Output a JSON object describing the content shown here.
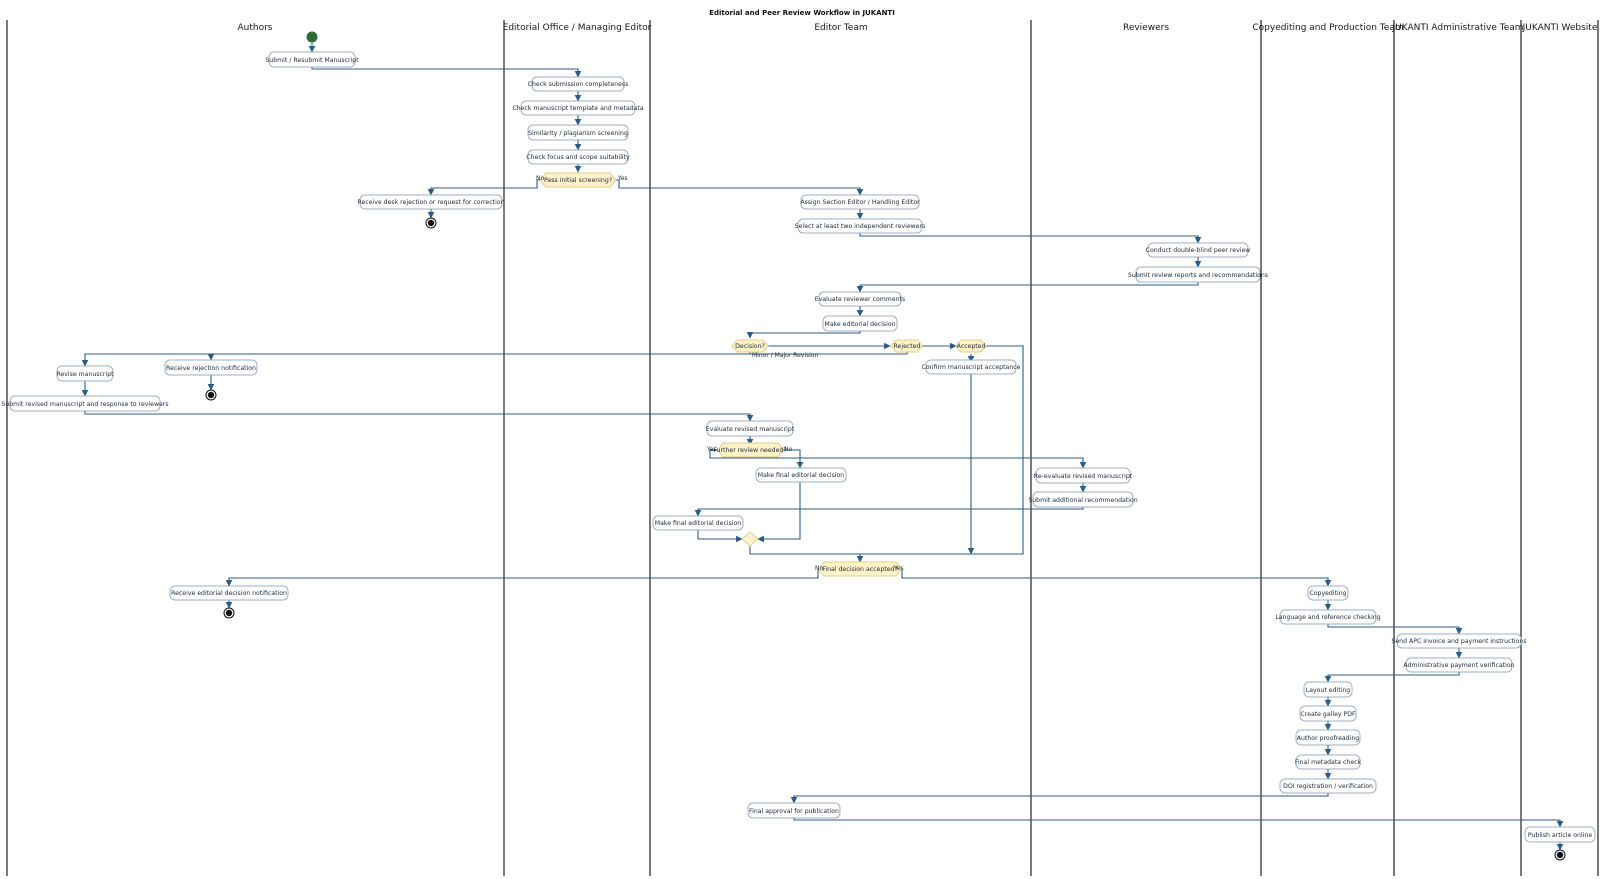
{
  "diagram": {
    "title": "Editorial and Peer Review Workflow in JUKANTI",
    "lanes": [
      "Authors",
      "Editorial Office / Managing Editor",
      "Editor Team",
      "Reviewers",
      "Copyediting and Production Team",
      "JUKANTI Administrative Team",
      "JUKANTI Website"
    ],
    "activities": {
      "submit": "Submit / Resubmit Manuscript",
      "check_completeness": "Check submission completeness",
      "check_template": "Check manuscript template and metadata",
      "similarity": "Similarity / plagiarism screening",
      "focus_scope": "Check focus and scope suitability",
      "desk_rejection": "Receive desk rejection or request for correction",
      "assign_editor": "Assign Section Editor / Handling Editor",
      "select_reviewers": "Select at least two independent reviewers",
      "peer_review": "Conduct double-blind peer review",
      "submit_reports": "Submit review reports and recommendations",
      "evaluate_comments": "Evaluate reviewer comments",
      "editorial_decision": "Make editorial decision",
      "revise": "Revise manuscript",
      "rejection_notification": "Receive rejection notification",
      "confirm_acceptance": "Confirm manuscript acceptance",
      "submit_revised": "Submit revised manuscript and response to reviewers",
      "evaluate_revised": "Evaluate revised manuscript",
      "final_decision_a": "Make final editorial decision",
      "reevaluate": "Re-evaluate revised manuscript",
      "additional_rec": "Submit additional recommendation",
      "final_decision_b": "Make final editorial decision",
      "decision_notification": "Receive editorial decision notification",
      "copyediting": "Copyediting",
      "language_check": "Language and reference checking",
      "apc_invoice": "Send APC invoice and payment instructions",
      "payment_verification": "Administrative payment verification",
      "layout": "Layout editing",
      "galley": "Create galley PDF",
      "proofreading": "Author proofreading",
      "metadata_check": "Final metadata check",
      "doi": "DOI registration / verification",
      "final_approval": "Final approval for publication",
      "publish": "Publish article online"
    },
    "decisions": {
      "pass_screening": "Pass initial screening?",
      "decision": "Decision?",
      "rejected": "Rejected",
      "accepted": "Accepted",
      "further_review": "Further review needed?",
      "final_accepted": "Final decision accepted?"
    },
    "edge_labels": {
      "minor_major": "Minor / Major Revision",
      "no": "No",
      "yes": "Yes"
    },
    "colors": {
      "edge": "#2c5c86",
      "start_node": "#2e6b35",
      "decision_fill": "#fdf2c9",
      "node_border": "#9fb0c4"
    }
  }
}
